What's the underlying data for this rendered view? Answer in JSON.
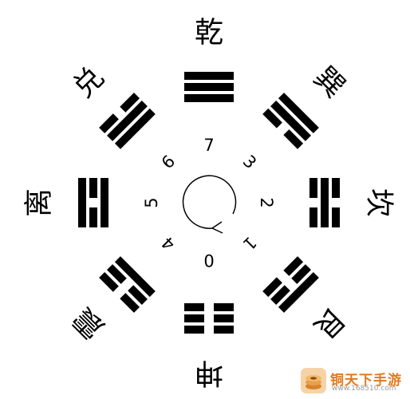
{
  "trigrams": [
    {
      "name": "乾",
      "number": "7",
      "lines": [
        1,
        1,
        1
      ]
    },
    {
      "name": "巽",
      "number": "3",
      "lines": [
        1,
        1,
        0
      ]
    },
    {
      "name": "坎",
      "number": "2",
      "lines": [
        0,
        1,
        0
      ]
    },
    {
      "name": "艮",
      "number": "1",
      "lines": [
        1,
        0,
        0
      ]
    },
    {
      "name": "坤",
      "number": "0",
      "lines": [
        0,
        0,
        0
      ]
    },
    {
      "name": "震",
      "number": "4",
      "lines": [
        0,
        0,
        1
      ]
    },
    {
      "name": "离",
      "number": "5",
      "lines": [
        1,
        0,
        1
      ]
    },
    {
      "name": "兑",
      "number": "6",
      "lines": [
        0,
        1,
        1
      ]
    }
  ],
  "colors": {
    "ink": "#000000",
    "background": "#ffffff",
    "watermark_accent": "#e07a1f"
  },
  "watermark": {
    "text": "铜天下手游",
    "url": "www.168510.com",
    "icon": "coin-stack-logo-icon"
  }
}
